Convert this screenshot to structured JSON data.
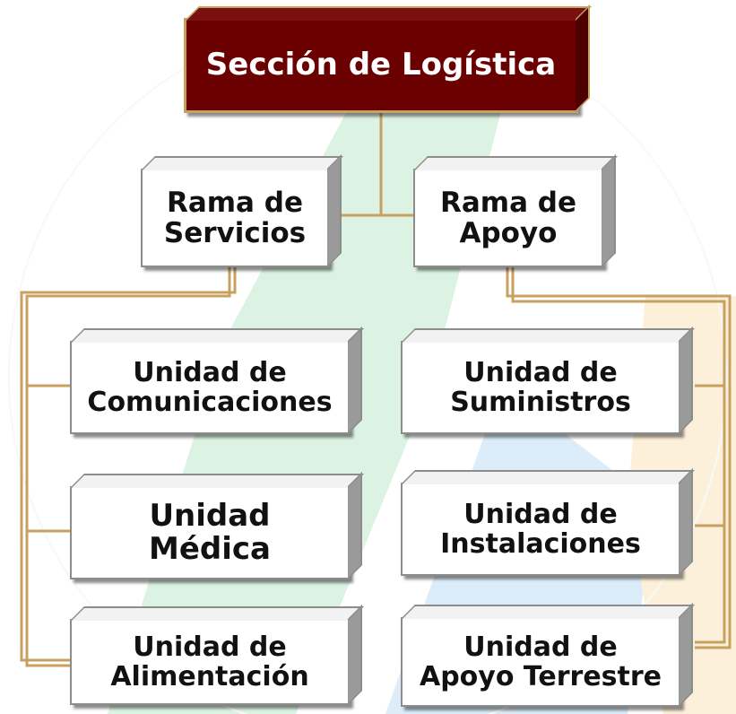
{
  "root": {
    "line1": "Sección de  Logística"
  },
  "branches": [
    {
      "line1": "Rama de",
      "line2": "Servicios"
    },
    {
      "line1": "Rama de",
      "line2": "Apoyo"
    }
  ],
  "units_left": [
    {
      "line1": "Unidad de",
      "line2": "Comunicaciones"
    },
    {
      "line1": "Unidad",
      "line2": "Médica"
    },
    {
      "line1": "Unidad de",
      "line2": "Alimentación"
    }
  ],
  "units_right": [
    {
      "line1": "Unidad de",
      "line2": "Suministros"
    },
    {
      "line1": "Unidad de",
      "line2": "Instalaciones"
    },
    {
      "line1": "Unidad de",
      "line2": "Apoyo Terrestre"
    }
  ],
  "colors": {
    "root_fill": "#6b0000",
    "root_border": "#c8a060",
    "connector": "#c8a060",
    "box_fill": "#ffffff",
    "box_border": "#8c8c8c",
    "text": "#111111",
    "watermark_green": "#2fb35a",
    "watermark_blue": "#2b8fd8",
    "watermark_orange": "#f5a623"
  }
}
